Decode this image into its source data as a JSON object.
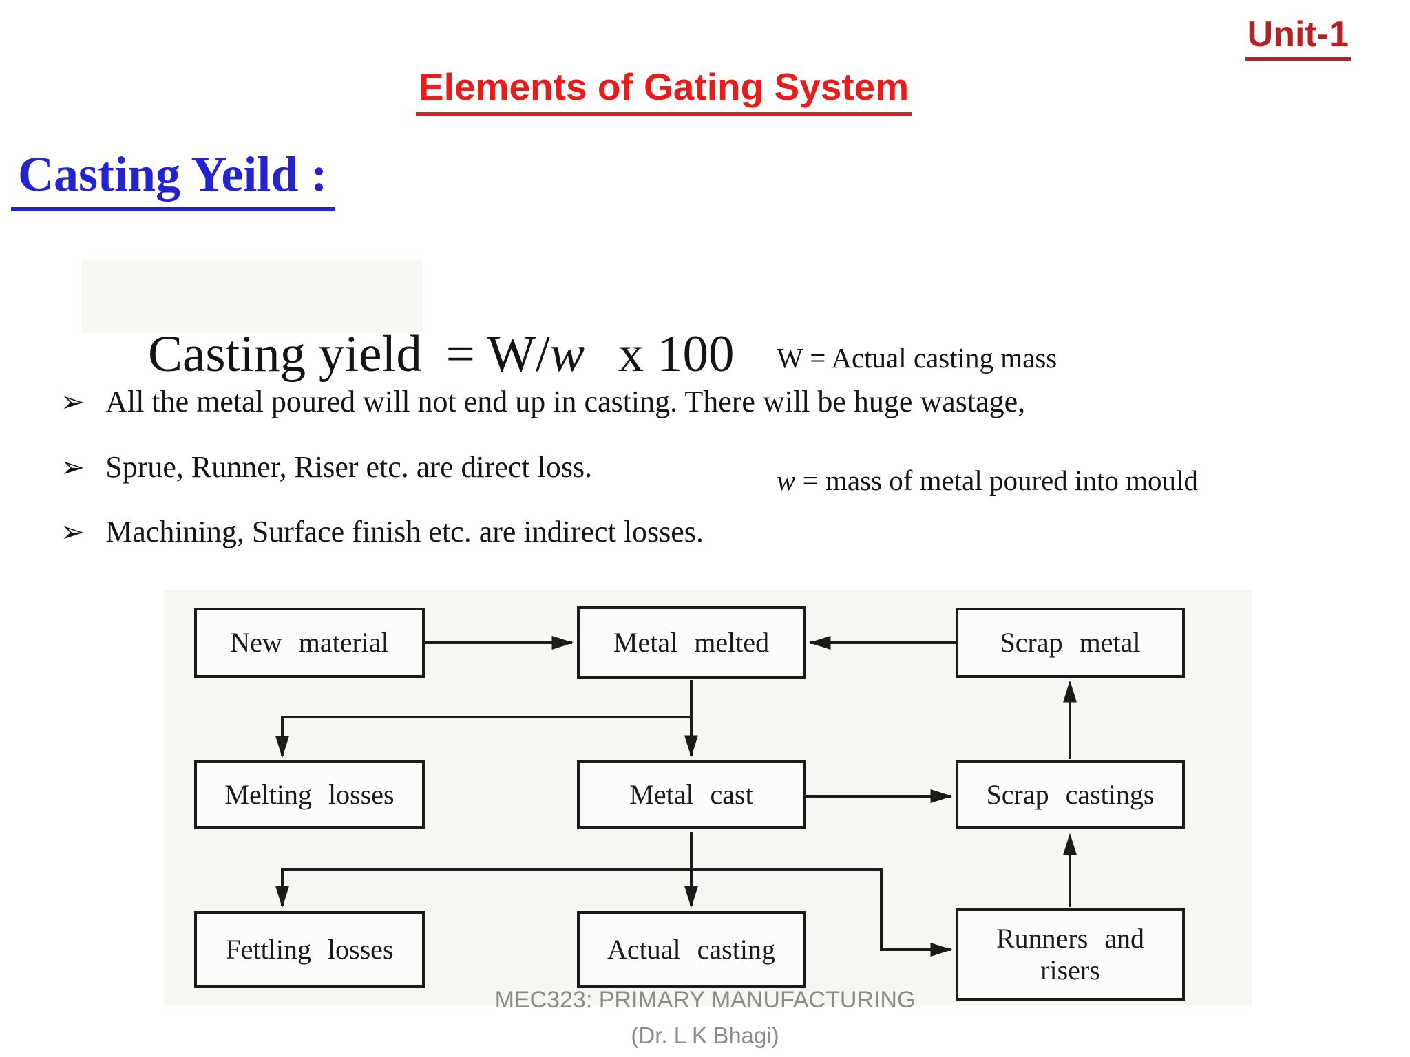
{
  "slide": {
    "unit_label": "Unit-1",
    "title": "Elements of Gating System",
    "section_heading": "Casting Yeild :",
    "formula": {
      "lhs": "Casting yield",
      "eq": " = W/",
      "var": "w",
      "rhs": " x 100"
    },
    "definitions": [
      {
        "symbol": "W",
        "rest": " = Actual casting mass"
      },
      {
        "symbol": "w",
        "rest": " = mass of metal poured into mould"
      }
    ],
    "bullet_marker": "➢",
    "bullets": [
      "All the metal poured will not end up in casting. There will be huge wastage,",
      "Sprue, Runner, Riser etc. are direct loss.",
      "Machining, Surface finish  etc. are indirect losses."
    ],
    "footer": {
      "line1": "MEC323: PRIMARY MANUFACTURING",
      "line2": "(Dr. L K Bhagi)"
    },
    "colors": {
      "title-red": "#e91c1c",
      "unit-red": "#b32121",
      "heading-blue": "#2323cf",
      "ink": "#1b1b1b",
      "footer-gray": "#8b8b8b"
    }
  },
  "diagram": {
    "nodes": [
      {
        "id": "new-material",
        "label": "New material"
      },
      {
        "id": "metal-melted",
        "label": "Metal melted"
      },
      {
        "id": "scrap-metal",
        "label": "Scrap metal"
      },
      {
        "id": "melting-losses",
        "label": "Melting losses"
      },
      {
        "id": "metal-cast",
        "label": "Metal cast"
      },
      {
        "id": "scrap-castings",
        "label": "Scrap castings"
      },
      {
        "id": "fettling-losses",
        "label": "Fettling losses"
      },
      {
        "id": "actual-casting",
        "label": "Actual casting"
      },
      {
        "id": "runners-risers",
        "label": "Runners and risers"
      }
    ],
    "edges": [
      {
        "from": "new-material",
        "to": "metal-melted"
      },
      {
        "from": "scrap-metal",
        "to": "metal-melted"
      },
      {
        "from": "metal-melted",
        "to": "melting-losses"
      },
      {
        "from": "metal-melted",
        "to": "metal-cast"
      },
      {
        "from": "metal-cast",
        "to": "scrap-castings"
      },
      {
        "from": "metal-cast",
        "to": "fettling-losses"
      },
      {
        "from": "metal-cast",
        "to": "actual-casting"
      },
      {
        "from": "metal-cast",
        "to": "runners-risers"
      },
      {
        "from": "runners-risers",
        "to": "scrap-castings"
      },
      {
        "from": "scrap-castings",
        "to": "scrap-metal"
      }
    ]
  }
}
